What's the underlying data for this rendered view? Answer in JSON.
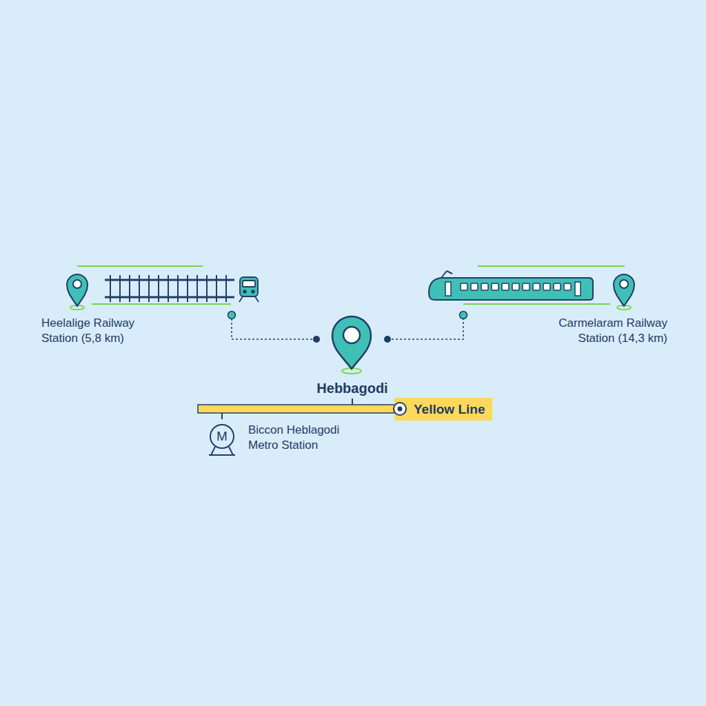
{
  "diagram": {
    "nodes": [
      {
        "text": [
          "Yellow Line"
        ]
      }
    ],
    "labels": [
      "Heelalige Railway Station (5,8 km)",
      "Carmelaram Railway Station (14,3 km)",
      "Hebbagodi",
      "Biccon Heblagodi Metro Station",
      "M"
    ]
  }
}
